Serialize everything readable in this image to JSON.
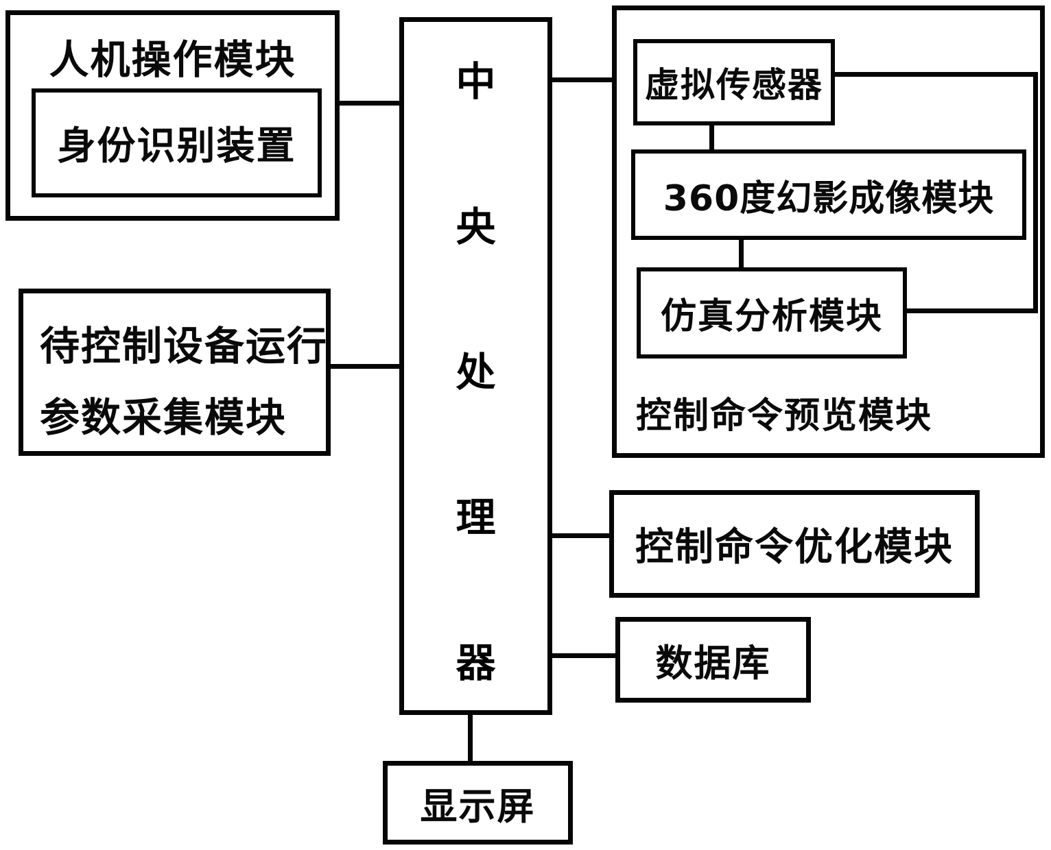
{
  "boxes": {
    "hmi": {
      "label": "人机操作模块"
    },
    "identity": {
      "label": "身份识别装置"
    },
    "param": {
      "line1": "待控制设备运行",
      "line2": "参数采集模块"
    },
    "cpu": {
      "label": "中央处理器",
      "chars": [
        "中",
        "央",
        "处",
        "理",
        "器"
      ]
    },
    "preview": {
      "label": "控制命令预览模块"
    },
    "virtual_sensor": {
      "label": "虚拟传感器"
    },
    "imaging": {
      "label": "360度幻影成像模块"
    },
    "simulation": {
      "label": "仿真分析模块"
    },
    "optimize": {
      "label": "控制命令优化模块"
    },
    "database": {
      "label": "数据库"
    },
    "display": {
      "label": "显示屏"
    }
  },
  "colors": {
    "ink": "#050505",
    "paper": "#ffffff"
  }
}
